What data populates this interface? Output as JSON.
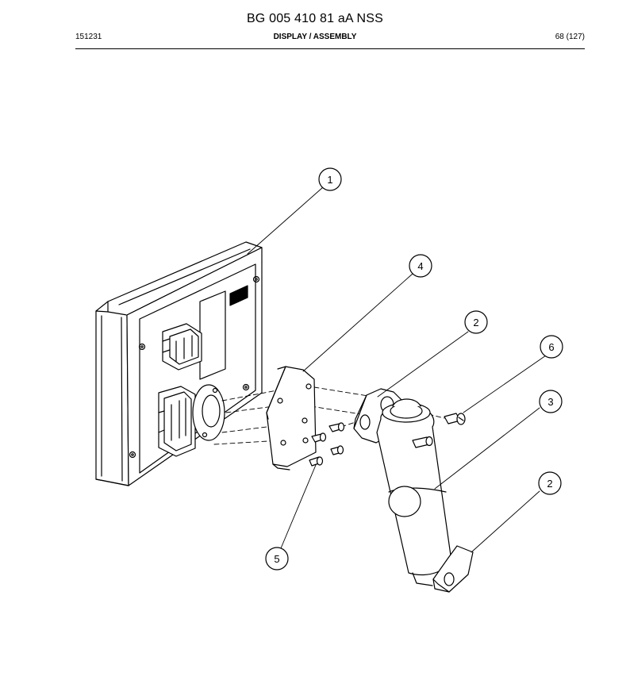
{
  "header": {
    "document_number": "BG 005 410 81 aA NSS",
    "date_code": "151231",
    "section_title": "DISPLAY / ASSEMBLY",
    "page": "68 (127)"
  },
  "callouts": [
    {
      "id": "callout-1",
      "label": "1"
    },
    {
      "id": "callout-4",
      "label": "4"
    },
    {
      "id": "callout-2-upper",
      "label": "2"
    },
    {
      "id": "callout-6",
      "label": "6"
    },
    {
      "id": "callout-3",
      "label": "3"
    },
    {
      "id": "callout-2-lower",
      "label": "2"
    },
    {
      "id": "callout-5",
      "label": "5"
    }
  ],
  "colors": {
    "line": "#000000",
    "background": "#ffffff"
  }
}
